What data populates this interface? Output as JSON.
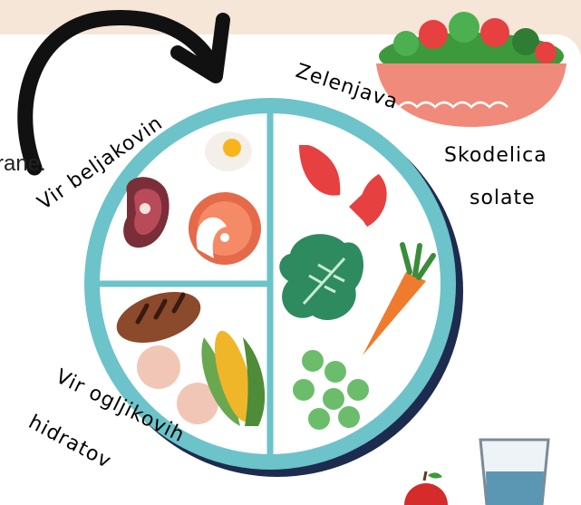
{
  "body_text": "rane.",
  "labels": {
    "protein": "Vir beljakovin",
    "vegetables": "Zelenjava",
    "salad_line1": "Skodelica",
    "salad_line2": "solate",
    "carbs_line1": "Vir ogljikovih",
    "carbs_line2": "hidratov"
  },
  "colors": {
    "background": "#f5e6d8",
    "plate_rim": "#6cc3c9",
    "plate_shadow": "#1d2b4f"
  },
  "icons": [
    "curved-arrow-icon",
    "egg-icon",
    "steak-icon",
    "salmon-icon",
    "bread-icon",
    "potato-icon",
    "corn-icon",
    "tomato-icon",
    "lettuce-icon",
    "carrot-icon",
    "broccoli-icon",
    "salad-bowl-icon",
    "water-glass-icon",
    "apple-icon"
  ]
}
